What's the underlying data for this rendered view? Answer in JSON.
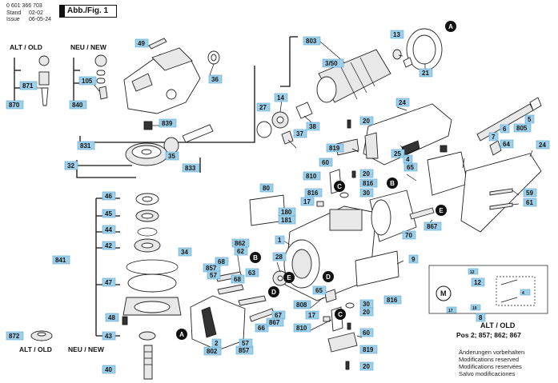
{
  "header": {
    "part_number": "0 601 366 703",
    "stand_label": "Stand",
    "stand_value": "02-02",
    "issue_label": "Issue",
    "issue_value": "06-05-24",
    "figure_label": "Abb./Fig. 1"
  },
  "group_labels": {
    "alt_old_top": "ALT / OLD",
    "neu_new_top": "NEU / NEW",
    "alt_old_bottom": "ALT / OLD",
    "neu_new_bottom": "NEU / NEW"
  },
  "circle_markers": [
    "A",
    "B",
    "C",
    "D",
    "E"
  ],
  "part_labels": [
    "49",
    "870",
    "871",
    "105",
    "840",
    "831",
    "839",
    "36",
    "35",
    "833",
    "32",
    "46",
    "45",
    "44",
    "42",
    "34",
    "47",
    "48",
    "841",
    "43",
    "872",
    "40",
    "803",
    "13",
    "3/50",
    "21",
    "14",
    "27",
    "37",
    "38",
    "24",
    "20",
    "819",
    "60",
    "810",
    "25",
    "4",
    "65",
    "816",
    "30",
    "17",
    "180",
    "181",
    "80",
    "1",
    "28",
    "862",
    "62",
    "68",
    "857",
    "57",
    "63",
    "67",
    "802",
    "2",
    "66",
    "9",
    "808",
    "6",
    "805",
    "5",
    "7",
    "64",
    "59",
    "61",
    "70",
    "867",
    "8",
    "12"
  ],
  "schematic_labels": {
    "motor": "M",
    "box_a": "12",
    "box_b": "4",
    "box_c": "10",
    "box_d": "17"
  },
  "legend": {
    "title": "ALT / OLD",
    "positions": "Pos 2; 857; 862; 867"
  },
  "notes": [
    "Änderungen vorbehalten",
    "Modifications reserved",
    "Modifications reservées",
    "Salvo modificaciones"
  ]
}
